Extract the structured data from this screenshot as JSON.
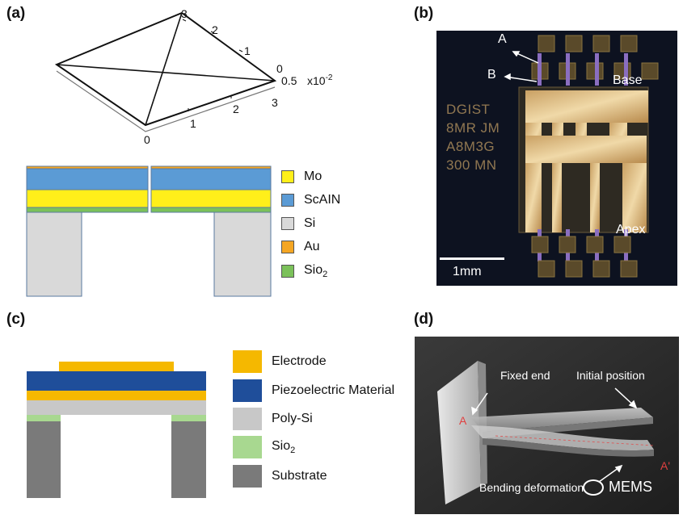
{
  "panels": {
    "a": "(a)",
    "b": "(b)",
    "c": "(c)",
    "d": "(d)"
  },
  "plot3d": {
    "upper_ticks": [
      "3",
      "2",
      "1",
      "0"
    ],
    "right_tick": "0.5",
    "exponent": "x10",
    "exponent_power": "-2",
    "lower_ticks": [
      "0",
      "1",
      "2",
      "3"
    ]
  },
  "legend_a": [
    {
      "label": "Mo",
      "color": "#ffef1a"
    },
    {
      "label": "ScAIN",
      "color": "#5b9bd5"
    },
    {
      "label": "Si",
      "color": "#d9d9d9"
    },
    {
      "label": "Au",
      "color": "#f5a623"
    },
    {
      "label": "Sio",
      "sub": "2",
      "color": "#7bc15a"
    }
  ],
  "photo_b": {
    "label_a": "A",
    "label_b": "B",
    "base": "Base",
    "apex": "Apex",
    "scale": "1mm",
    "chip_lines": [
      "DGIST",
      "8MR  JM",
      "A8M3G",
      "300  MN"
    ]
  },
  "legend_c": [
    {
      "label": "Electrode",
      "color": "#f5b800"
    },
    {
      "label": "Piezoelectric Material",
      "color": "#1f4e9a"
    },
    {
      "label": "Poly-Si",
      "color": "#c8c8c8"
    },
    {
      "label": "Sio",
      "sub": "2",
      "color": "#a8d890"
    },
    {
      "label": "Substrate",
      "color": "#7a7a7a"
    }
  ],
  "render_d": {
    "fixed_end": "Fixed end",
    "initial_position": "Initial position",
    "label_a": "A",
    "label_a_prime": "A'",
    "bending": "Bending deformation",
    "watermark": "MEMS"
  }
}
